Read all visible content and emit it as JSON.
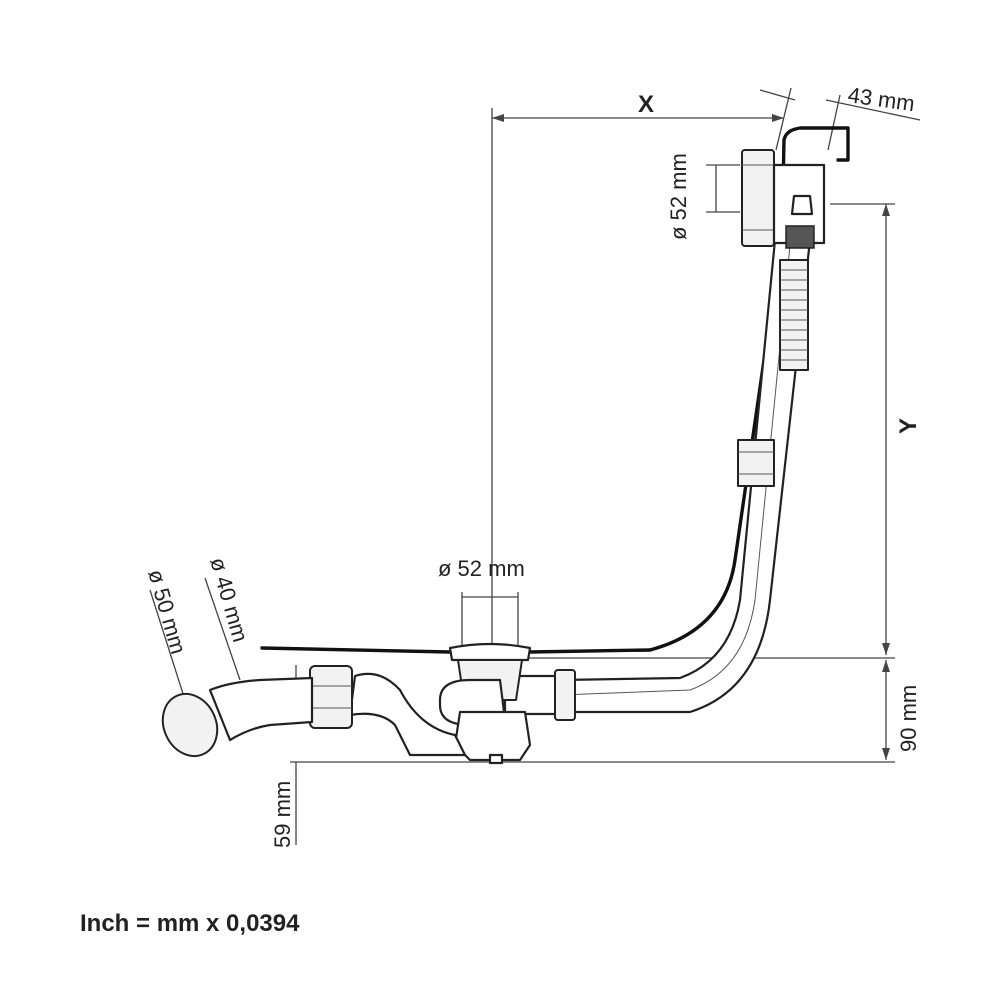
{
  "dimensions": {
    "x": "X",
    "y": "Y",
    "overflow_offset": "43 mm",
    "overflow_diameter": "ø 52 mm",
    "drain_diameter": "ø 52 mm",
    "outlet_diameter_outer": "ø 50 mm",
    "outlet_diameter_inner": "ø 40 mm",
    "trap_height": "90 mm",
    "floor_clearance": "59 mm"
  },
  "conversion_note": "Inch = mm x 0,0394"
}
